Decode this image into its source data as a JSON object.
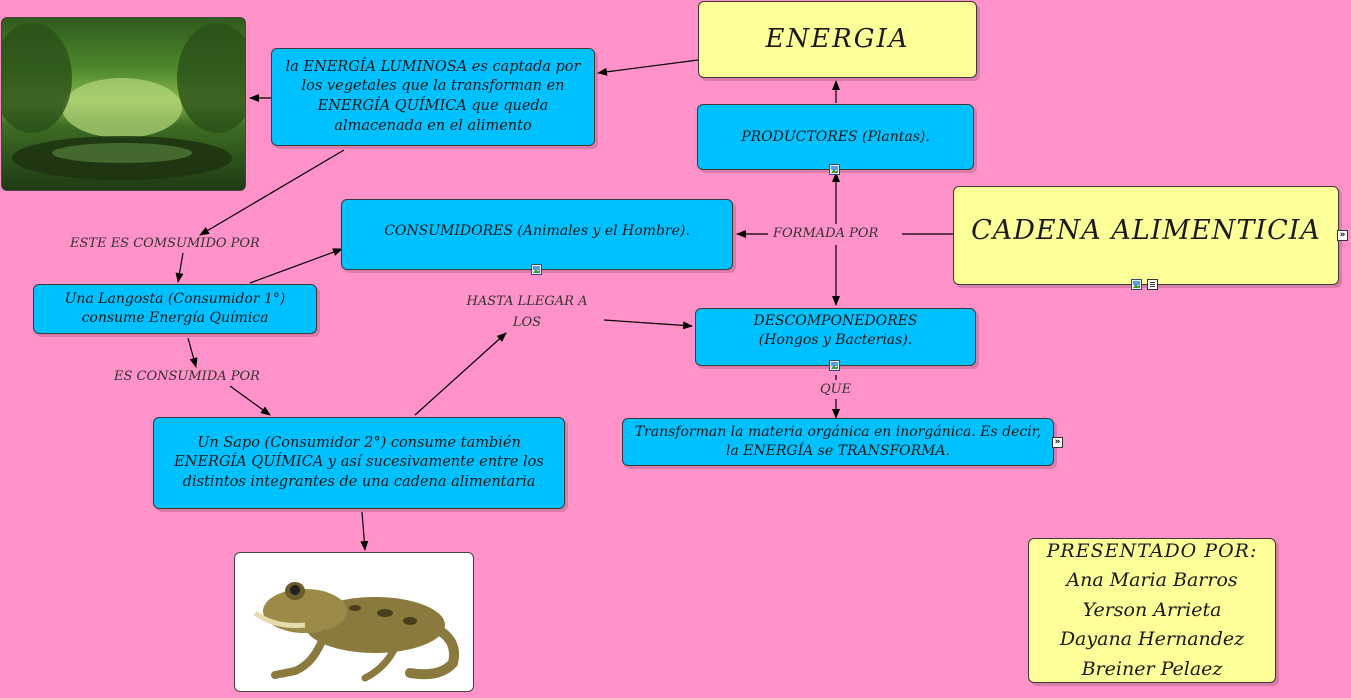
{
  "nodes": {
    "energia": "ENERGIA",
    "luminosa": "la ENERGÍA LUMINOSA es captada por los vegetales que la transforman en ENERGÍA QUÍMICA que queda almacenada en el alimento",
    "productores": "PRODUCTORES (Plantas).",
    "consumidores": "CONSUMIDORES (Animales y el Hombre).",
    "cadena": "CADENA ALIMENTICIA",
    "langosta": "Una Langosta (Consumidor 1°) consume Energía Química",
    "descomponedores": "DESCOMPONEDORES (Hongos y Bacterias).",
    "sapo": "Un Sapo (Consumidor 2°) consume también ENERGÍA QUÍMICA y así sucesivamente entre los distintos integrantes de una cadena alimentaria",
    "transforman": "Transforman la materia orgánica en inorgánica. Es decir, la ENERGÍA se TRANSFORMA.",
    "presentado_title": "PRESENTADO POR:",
    "authors": [
      "Ana Maria Barros",
      "Yerson Arrieta",
      "Dayana Hernandez",
      "Breiner Pelaez"
    ]
  },
  "links": {
    "este_es": "ESTE ES COMSUMIDO POR",
    "formada_por": "FORMADA POR",
    "hasta_llegar": "HASTA LLEGAR A LOS",
    "es_consumida": "ES CONSUMIDA POR",
    "que": "QUE"
  },
  "icons": {
    "image": "image-icon",
    "note": "note-icon",
    "expand": "expand-icon"
  }
}
